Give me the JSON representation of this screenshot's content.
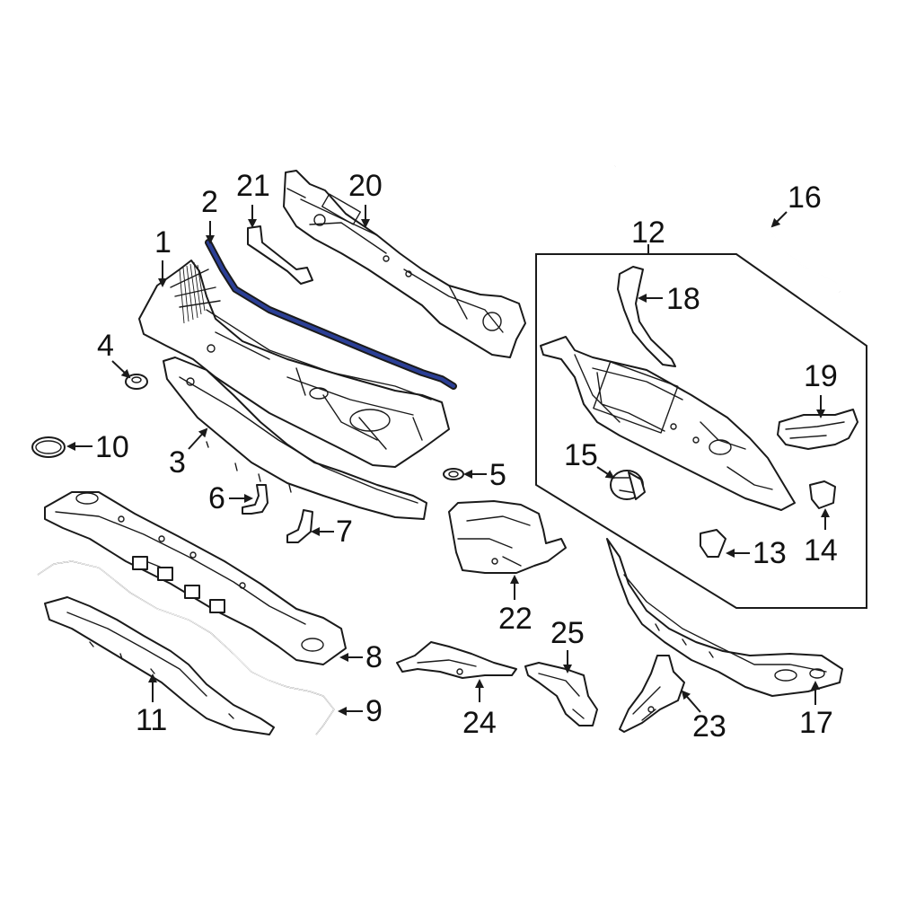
{
  "diagram": {
    "highlight_color": "#2b3f96",
    "line_color": "#1a1a1a",
    "callouts": [
      "1",
      "2",
      "3",
      "4",
      "5",
      "6",
      "7",
      "8",
      "9",
      "10",
      "11",
      "12",
      "13",
      "14",
      "15",
      "16",
      "17",
      "18",
      "19",
      "20",
      "21",
      "22",
      "23",
      "24",
      "25"
    ]
  }
}
